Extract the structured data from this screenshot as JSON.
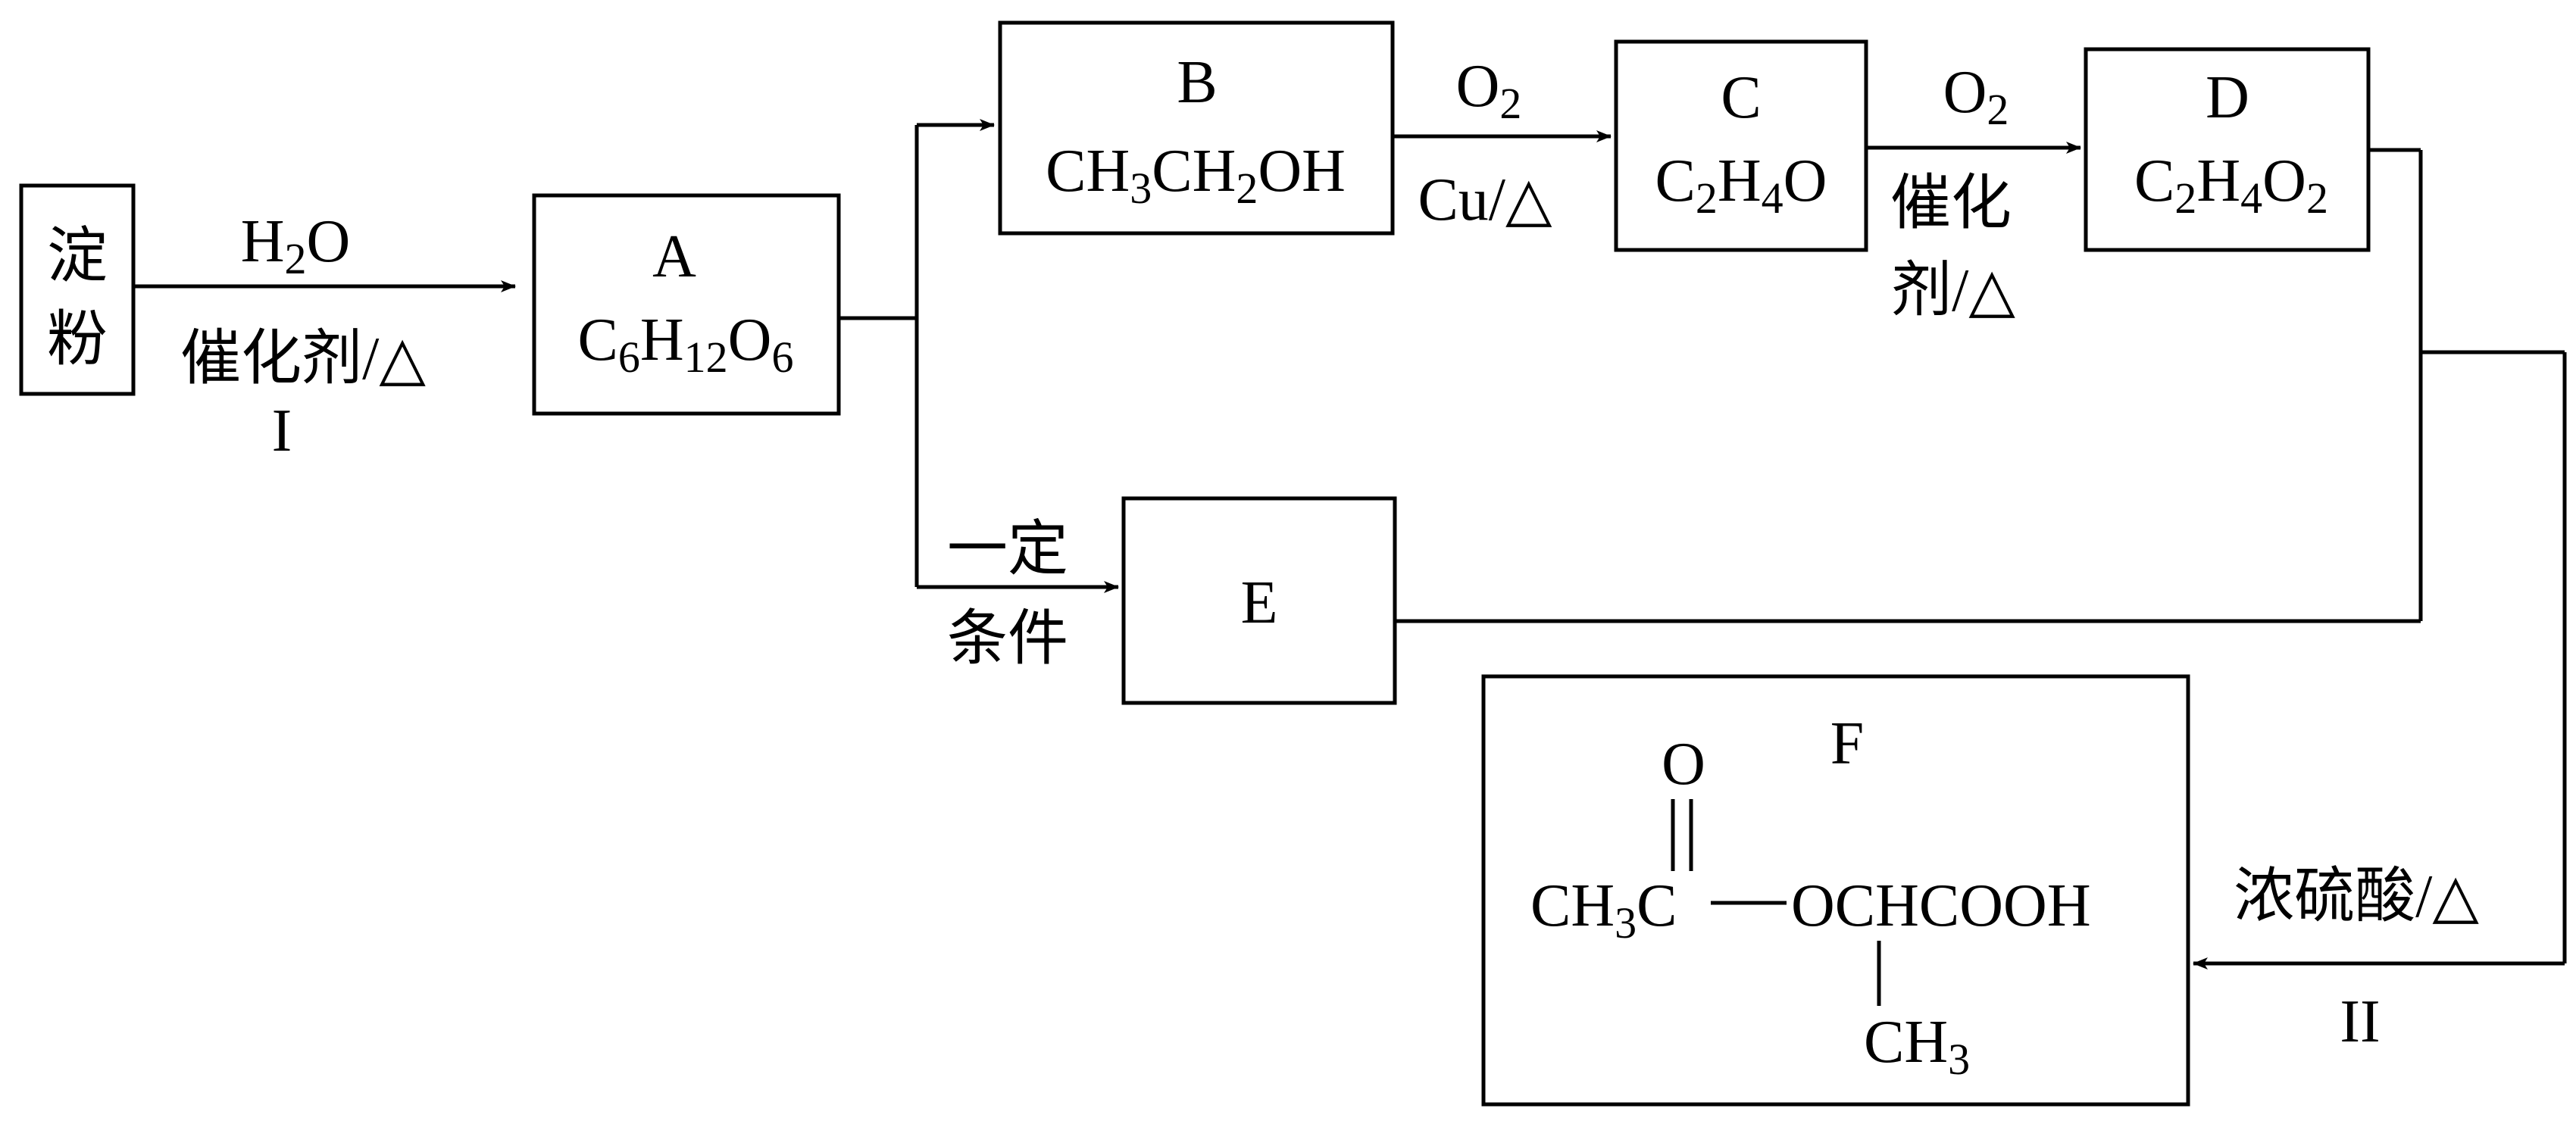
{
  "nodes": {
    "starch": {
      "line1": "淀",
      "line2": "粉"
    },
    "A": {
      "letter": "A",
      "formula": {
        "C": "C",
        "c_n": "6",
        "H": "H",
        "h_n": "12",
        "O": "O",
        "o_n": "6"
      }
    },
    "B": {
      "letter": "B",
      "formula": {
        "p1": "CH",
        "n1": "3",
        "p2": "CH",
        "n2": "2",
        "p3": "OH"
      }
    },
    "C": {
      "letter": "C",
      "formula": {
        "p1": "C",
        "n1": "2",
        "p2": "H",
        "n2": "4",
        "p3": "O"
      }
    },
    "D": {
      "letter": "D",
      "formula": {
        "p1": "C",
        "n1": "2",
        "p2": "H",
        "n2": "4",
        "p3": "O",
        "n3": "2"
      }
    },
    "E": {
      "letter": "E"
    },
    "F": {
      "letter": "F",
      "structure": {
        "carbonyl_O": "O",
        "ch3_left": "CH",
        "ch3_left_n": "3",
        "carbon": "C",
        "bond": "—",
        "chain": "OCHCOOH",
        "branch": "CH",
        "branch_n": "3"
      }
    }
  },
  "arrows": {
    "step1": {
      "reagent_main": "H",
      "reagent_sub": "2",
      "reagent_end": "O",
      "condition": "催化剂/△",
      "step_label": "I"
    },
    "b_to_c": {
      "reagent_main": "O",
      "reagent_sub": "2",
      "condition": "Cu/△"
    },
    "c_to_d": {
      "reagent_main": "O",
      "reagent_sub": "2",
      "condition_line1": "催化",
      "condition_line2": "剂/△"
    },
    "a_to_e": {
      "condition_line1": "一定",
      "condition_line2": "条件"
    },
    "to_f": {
      "condition": "浓硫酸/△",
      "step_label": "II"
    }
  }
}
